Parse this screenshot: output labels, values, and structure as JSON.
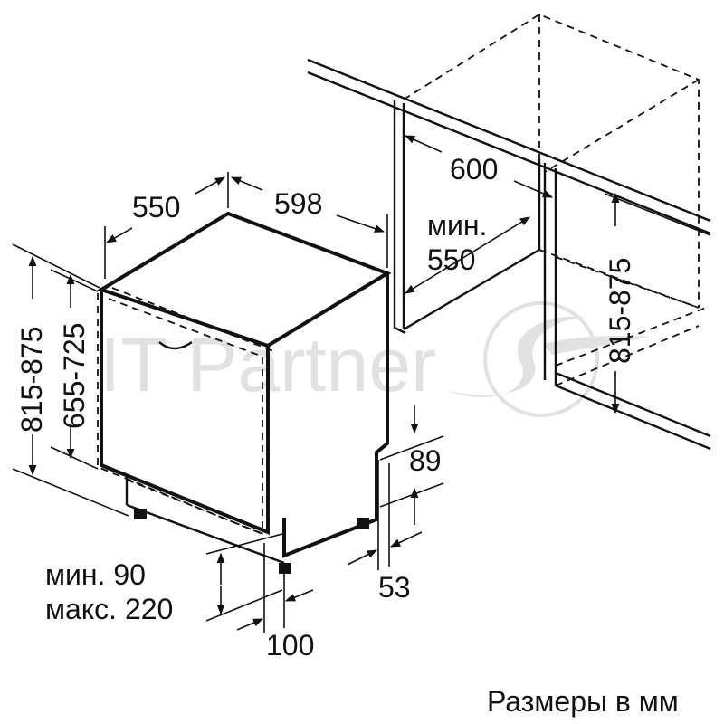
{
  "niche": {
    "width_label": "600",
    "depth_label_line1": "мин.",
    "depth_label_line2": "550",
    "height_label": "815-875"
  },
  "appliance": {
    "depth_label": "550",
    "width_label": "598",
    "total_height_label": "815-875",
    "body_height_label": "655-725"
  },
  "details": {
    "top_offset_label": "89",
    "plinth_depth_label": "53",
    "plinth_height_line1": "мин. 90",
    "plinth_height_line2": "макс. 220",
    "plinth_setback_label": "100"
  },
  "watermark": {
    "text": "IT Partner"
  },
  "footer": {
    "caption": "Размеры в мм"
  }
}
